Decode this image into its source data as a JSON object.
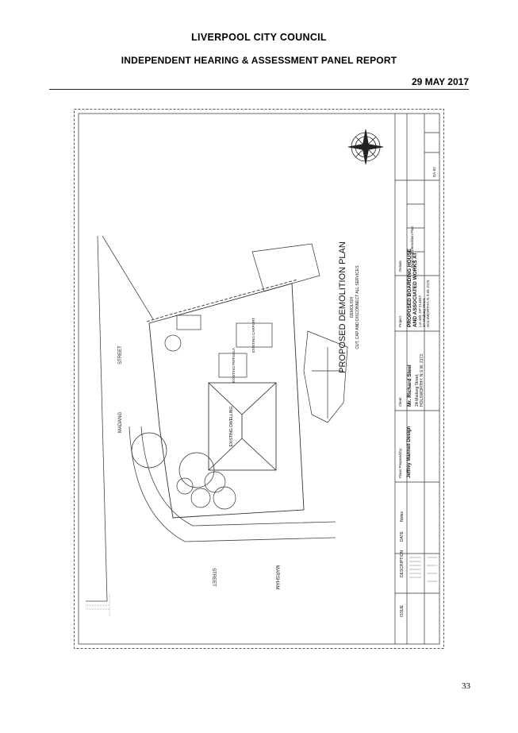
{
  "header": {
    "council": "LIVERPOOL CITY COUNCIL",
    "report": "INDEPENDENT HEARING & ASSESSMENT PANEL REPORT",
    "date": "29 MAY 2017"
  },
  "drawing": {
    "plan_title": "PROPOSED DEMOLITION PLAN",
    "plan_note_1": "DEMOLISH",
    "plan_note_2": "CUT, CAP AND DISCONNECT ALL SERVICES",
    "street_madang": "MADANG",
    "street_madang_2": "STREET",
    "street_marsham": "MARSHAM",
    "street_marsham_2": "STREET",
    "label_existing_dwelling": "EXISTING DWELLING",
    "label_existing_pergola": "EXISTING PERGOLA",
    "label_existing_carport": "EXISTING CARPORT",
    "titleblock": {
      "issue_head": "ISSUE",
      "description_head": "DESCRIPTION",
      "date_head": "DATE",
      "notes_head": "Notes",
      "prepared_head": "Plans Prepared by:",
      "prepared_name": "Jeffrey Mannell Design",
      "client_head": "Client",
      "client_name": "Mr. Richard Steel",
      "client_addr_1": "2A Madang Street,",
      "client_addr_2": "HOLSWORTHY, N.S.W. 2173.",
      "project_head": "Project",
      "project_1": "PROPOSED BOARDING HOUSE",
      "project_2": "AND ASSOCIATED WORKS AT",
      "project_3": "Lot 438, DP 214657",
      "project_4": "2A Madang Street,",
      "project_5": "HOLSWORTHY, N.S.W. 2173.",
      "details_head": "Details",
      "details_title": "Proposed Demolition Plan",
      "sheet": "DA-02"
    }
  },
  "footer": {
    "page_number": "33"
  }
}
